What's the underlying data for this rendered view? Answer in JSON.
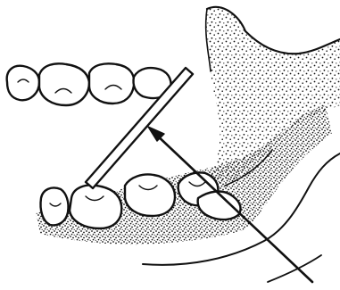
{
  "figure": {
    "colors": {
      "ink": "#111111",
      "paper": "#ffffff"
    },
    "components": [
      "upper-teeth",
      "lower-teeth",
      "jaw-mucosa",
      "occlusal-plane-guide",
      "direction-arrow"
    ]
  }
}
